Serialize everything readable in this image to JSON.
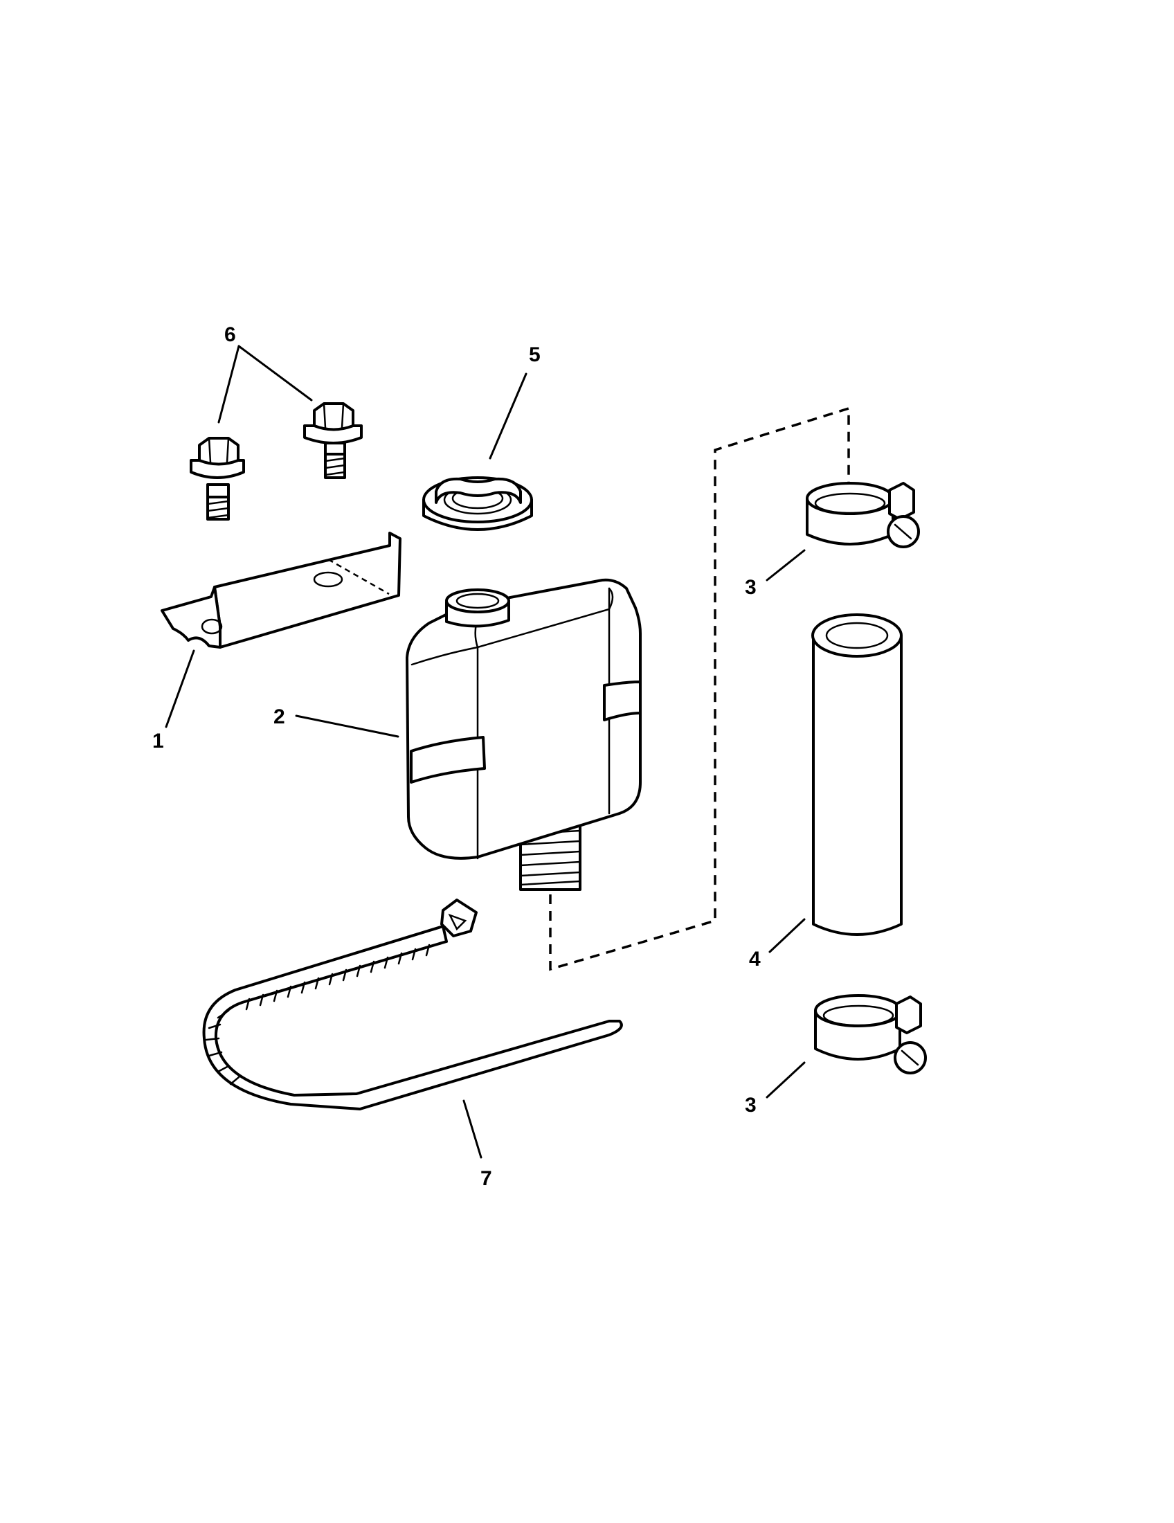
{
  "callouts": [
    {
      "id": "bracket",
      "label": "1"
    },
    {
      "id": "reservoir",
      "label": "2"
    },
    {
      "id": "clamp_top",
      "label": "3"
    },
    {
      "id": "clamp_bottom",
      "label": "3"
    },
    {
      "id": "hose",
      "label": "4"
    },
    {
      "id": "cap",
      "label": "5"
    },
    {
      "id": "bolts",
      "label": "6"
    },
    {
      "id": "cable_tie",
      "label": "7"
    }
  ],
  "colors": {
    "line": "#000000",
    "background": "#ffffff"
  }
}
